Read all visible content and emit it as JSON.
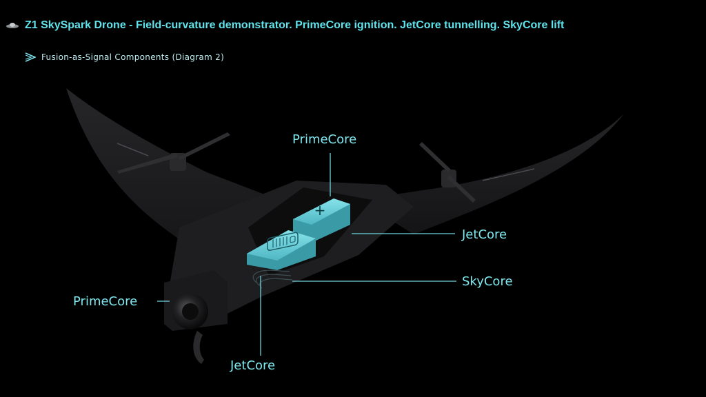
{
  "header": {
    "title": "Z1 SkySpark Drone - Field-curvature demonstrator. PrimeCore ignition. JetCore tunnelling. SkyCore lift",
    "title_icon": "ufo-icon",
    "subtitle": "Fusion-as-Signal Components (Diagram 2)",
    "subtitle_icon": "arrow-chevron-icon"
  },
  "callouts": {
    "prime_core_top": "PrimeCore",
    "jet_core_right": "JetCore",
    "sky_core_right": "SkyCore",
    "prime_core_left": "PrimeCore",
    "jet_core_bottom": "JetCore"
  },
  "colors": {
    "background": "#000000",
    "accent": "#5fe4ec",
    "module": "#6fd4de",
    "drone_body": "#1c1c1e"
  }
}
